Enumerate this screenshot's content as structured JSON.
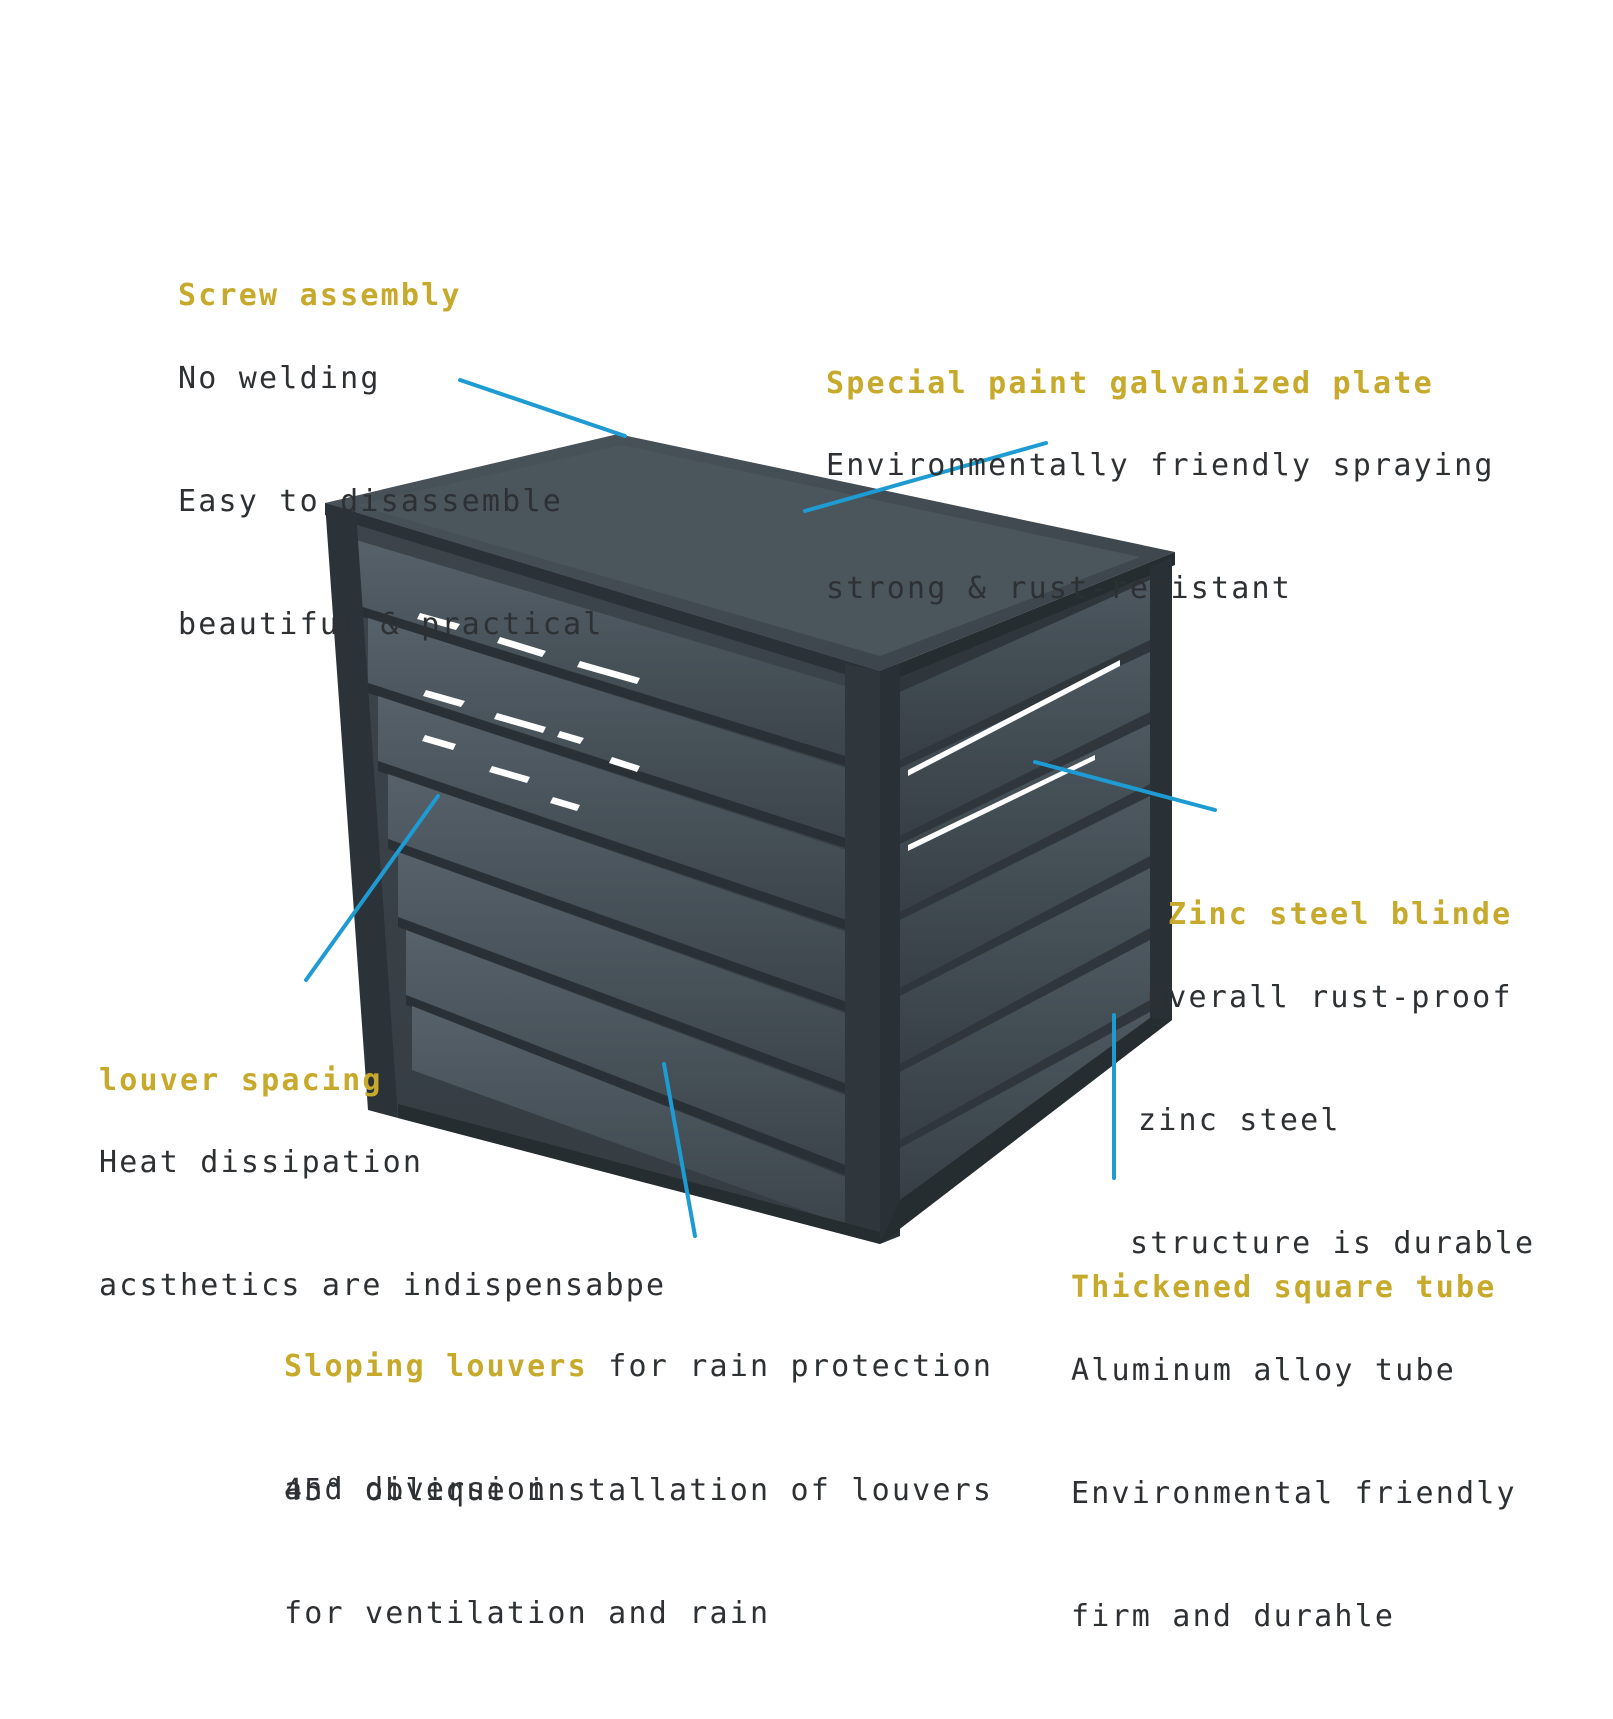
{
  "colors": {
    "heading": "#c7aa2b",
    "body": "#2e3134",
    "leader": "#1e9bd3",
    "cabinet": "#3f484f"
  },
  "product_illustration": "grey-louvered-air-conditioner-cover",
  "callouts": {
    "screw_assembly": {
      "heading": "Screw assembly",
      "lines": [
        "No welding",
        "Easy to disassemble",
        "beautiful & practical"
      ]
    },
    "galvanized_plate": {
      "heading": "Special paint galvanized plate",
      "lines": [
        "Environmentally friendly spraying",
        "strong & rust-resistant"
      ]
    },
    "zinc_blinde": {
      "heading": "Zinc steel blinde",
      "lines": [
        "Overall rust-proof",
        "zinc steel",
        "structure is durable"
      ]
    },
    "louver_spacing": {
      "heading": "louver spacing",
      "lines": [
        "Heat dissipation",
        "acsthetics are indispensabpe"
      ]
    },
    "square_tube": {
      "heading": "Thickened square tube",
      "lines": [
        "Aluminum alloy tube",
        "Environmental friendly",
        "firm and durahle"
      ]
    },
    "sloping_louvers": {
      "heading": "Sloping louvers",
      "heading_rest": " for rain protection",
      "line2": "and diversion",
      "lines": [
        "45° oblique installation of louvers",
        "for ventilation and rain"
      ]
    }
  }
}
